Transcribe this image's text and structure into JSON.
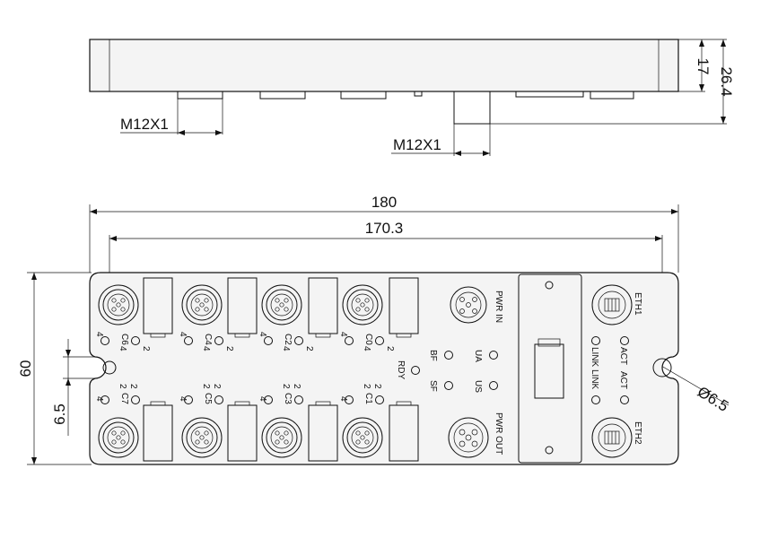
{
  "side_view": {
    "thread_label_left": "M12X1",
    "thread_label_center": "M12X1",
    "height_inner": "17",
    "height_total": "26.4"
  },
  "top_view": {
    "width_total": "180",
    "width_holes": "170.3",
    "height": "60",
    "hole_offset": "6.5",
    "hole_diameter": "Ø6.5"
  },
  "ports": [
    {
      "id": "C6",
      "pin_a": "4",
      "pin_b": "2"
    },
    {
      "id": "C4",
      "pin_a": "4",
      "pin_b": "2"
    },
    {
      "id": "C2",
      "pin_a": "4",
      "pin_b": "2"
    },
    {
      "id": "C0",
      "pin_a": "4",
      "pin_b": "2"
    },
    {
      "id": "C7",
      "pin_a": "4",
      "pin_b": "2"
    },
    {
      "id": "C5",
      "pin_a": "4",
      "pin_b": "2"
    },
    {
      "id": "C3",
      "pin_a": "4",
      "pin_b": "2"
    },
    {
      "id": "C1",
      "pin_a": "4",
      "pin_b": "2"
    }
  ],
  "power": {
    "in": "PWR IN",
    "out": "PWR OUT"
  },
  "status": {
    "bf": "BF",
    "sf": "SF",
    "rdy": "RDY",
    "ua": "UA",
    "us": "US"
  },
  "ethernet": {
    "eth1": "ETH1",
    "eth2": "ETH2",
    "act1": "ACT",
    "link1": "LINK",
    "act2": "ACT",
    "link2": "LINK"
  }
}
